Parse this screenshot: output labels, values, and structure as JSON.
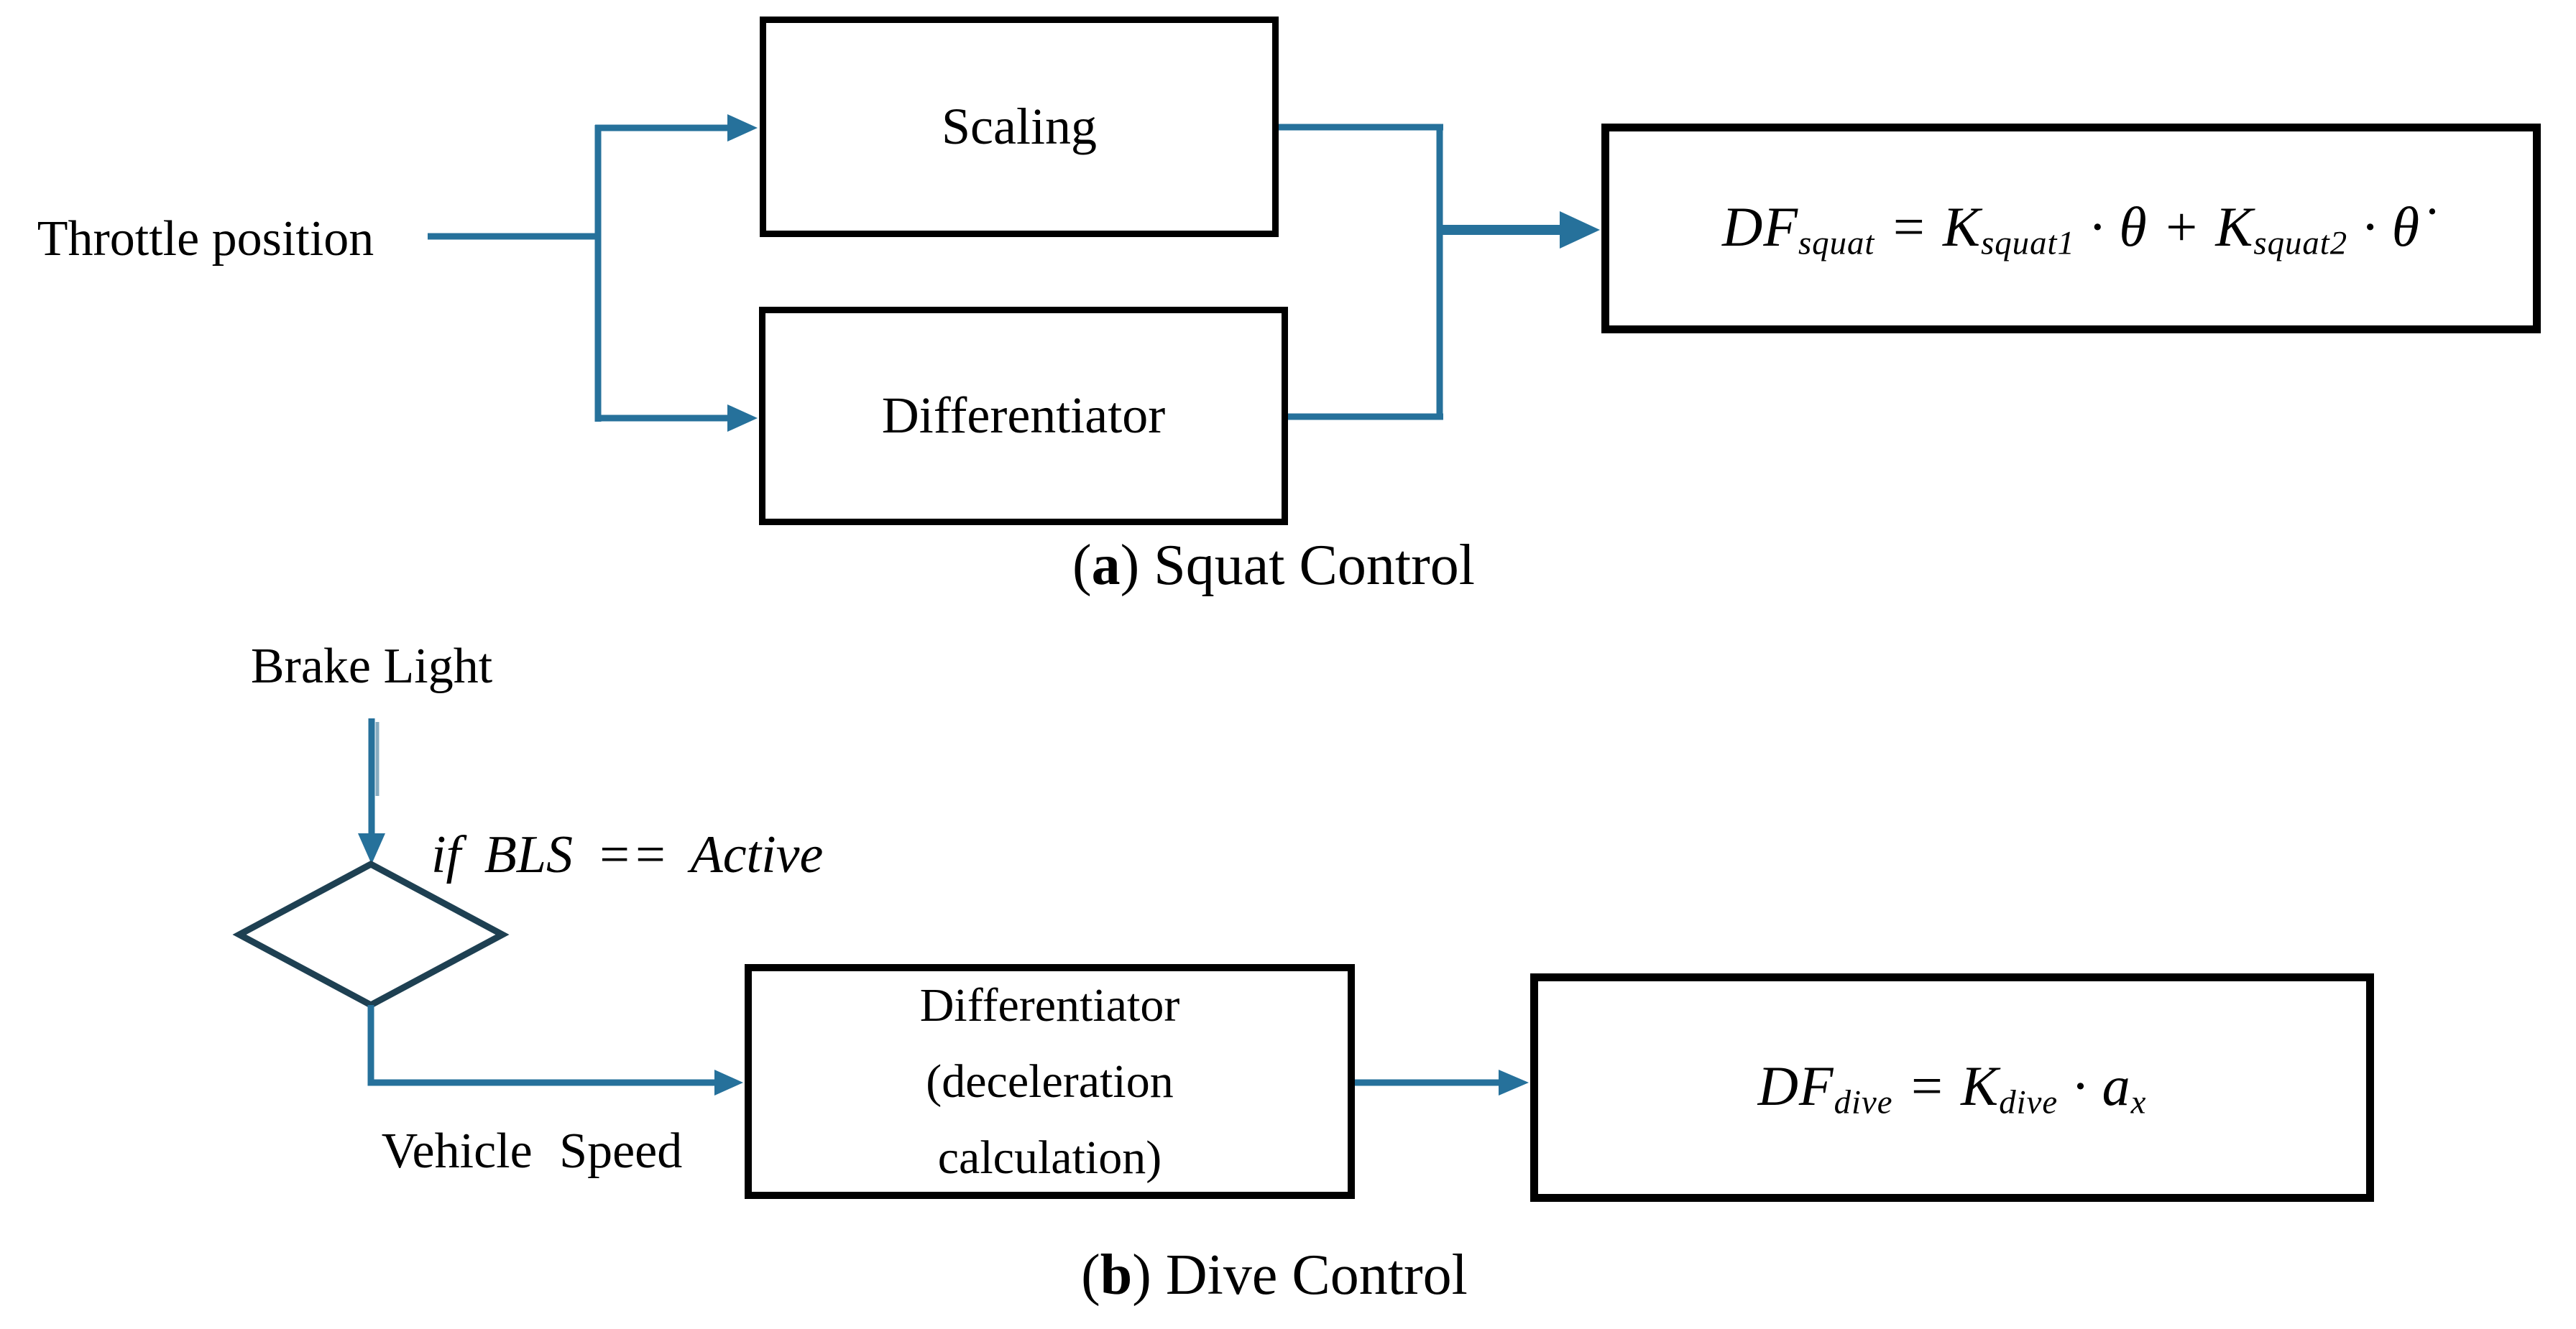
{
  "diagram": {
    "colors": {
      "line": "#26719b",
      "diamond": "#1e4052",
      "border": "#000000",
      "background": "#ffffff",
      "text": "#000000"
    },
    "panel_a": {
      "input_label": "Throttle position",
      "scaling_label": "Scaling",
      "differentiator_label": "Differentiator",
      "formula": [
        {
          "text": "DF",
          "style": "base"
        },
        {
          "text": "squat",
          "style": "sub"
        },
        {
          "text": " = ",
          "style": "base"
        },
        {
          "text": "K",
          "style": "base"
        },
        {
          "text": "squat1",
          "style": "sub"
        },
        {
          "text": " · ",
          "style": "base"
        },
        {
          "text": "θ",
          "style": "base"
        },
        {
          "text": " + ",
          "style": "base"
        },
        {
          "text": "K",
          "style": "base"
        },
        {
          "text": "squat2",
          "style": "sub"
        },
        {
          "text": " · ",
          "style": "base"
        },
        {
          "text": "θ̇",
          "style": "base"
        }
      ],
      "caption": [
        {
          "text": "(",
          "style": "base"
        },
        {
          "text": "a",
          "style": "bold"
        },
        {
          "text": ") Squat Control",
          "style": "base"
        }
      ]
    },
    "panel_b": {
      "input_label": "Brake Light",
      "condition_label": "if BLS == Active",
      "speed_label": "Vehicle Speed",
      "differentiator_lines": [
        "Differentiator",
        "(deceleration",
        "calculation)"
      ],
      "formula": [
        {
          "text": "DF",
          "style": "base"
        },
        {
          "text": "dive",
          "style": "sub"
        },
        {
          "text": " = ",
          "style": "base"
        },
        {
          "text": "K",
          "style": "base"
        },
        {
          "text": "dive",
          "style": "sub"
        },
        {
          "text": " · ",
          "style": "base"
        },
        {
          "text": "a",
          "style": "base"
        },
        {
          "text": "x",
          "style": "sub"
        }
      ],
      "caption": [
        {
          "text": "(",
          "style": "base"
        },
        {
          "text": "b",
          "style": "bold"
        },
        {
          "text": ") Dive Control",
          "style": "base"
        }
      ]
    }
  }
}
